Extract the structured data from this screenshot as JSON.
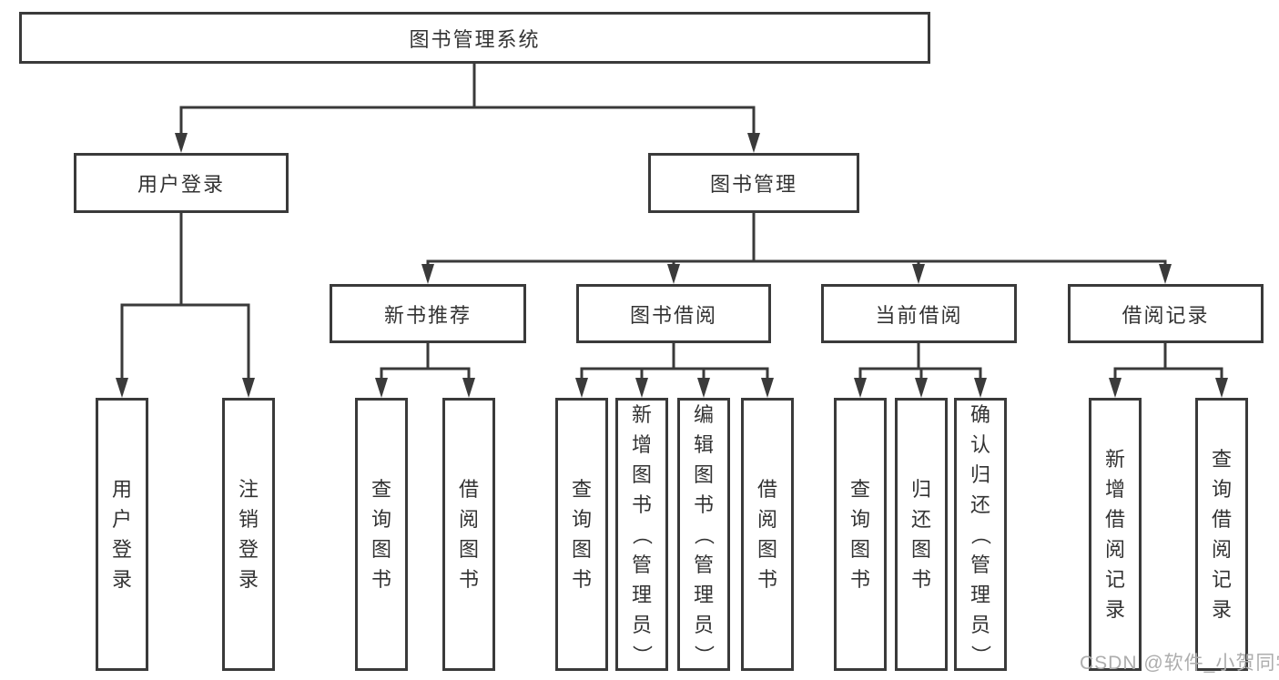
{
  "diagram": {
    "tree": {
      "label": "图书管理系统",
      "children": [
        {
          "label": "用户登录",
          "children": [
            {
              "label": "用户登录"
            },
            {
              "label": "注销登录"
            }
          ]
        },
        {
          "label": "图书管理",
          "children": [
            {
              "label": "新书推荐",
              "children": [
                {
                  "label": "查询图书"
                },
                {
                  "label": "借阅图书"
                }
              ]
            },
            {
              "label": "图书借阅",
              "children": [
                {
                  "label": "查询图书"
                },
                {
                  "label": "新增图书（管理员）"
                },
                {
                  "label": "编辑图书（管理员）"
                },
                {
                  "label": "借阅图书"
                }
              ]
            },
            {
              "label": "当前借阅",
              "children": [
                {
                  "label": "查询图书"
                },
                {
                  "label": "归还图书"
                },
                {
                  "label": "确认归还（管理员）"
                }
              ]
            },
            {
              "label": "借阅记录",
              "children": [
                {
                  "label": "新增借阅记录"
                },
                {
                  "label": "查询借阅记录"
                }
              ]
            }
          ]
        }
      ]
    },
    "colors": {
      "line": "#3a3a3a",
      "text": "#333333",
      "box_fill": "#ffffff",
      "watermark": "#adadad",
      "background": "#ffffff"
    }
  },
  "watermark": {
    "text": "CSDN @软件_小贺同学"
  }
}
